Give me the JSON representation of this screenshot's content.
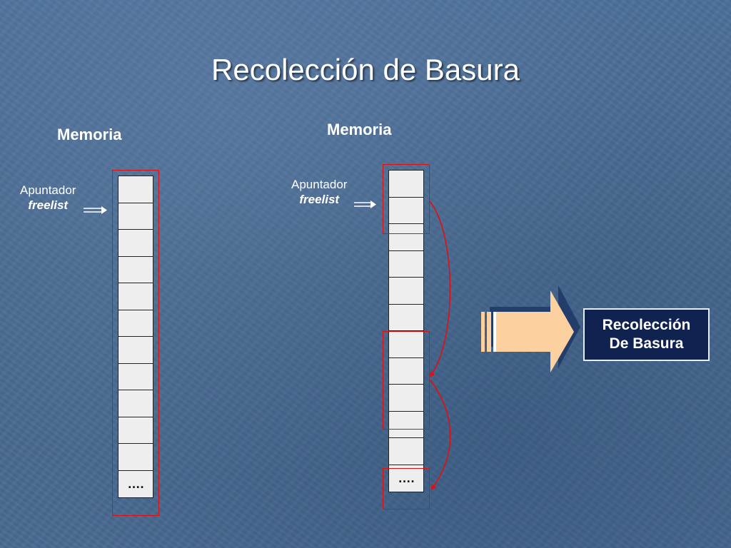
{
  "title": "Recolección de Basura",
  "left": {
    "memory_label": "Memoria",
    "pointer_label": "Apuntador",
    "pointer_name": "freelist",
    "last_cell": "…."
  },
  "right": {
    "memory_label": "Memoria",
    "pointer_label": "Apuntador",
    "pointer_name": "freelist",
    "last_cell": "…."
  },
  "gc_box": {
    "line1": "Recolección",
    "line2": "De Basura"
  },
  "colors": {
    "background": "#4a6c95",
    "highlight_border": "#e01010",
    "arrow_fill": "#fdd0a0",
    "gc_box_fill": "#0f2250"
  }
}
